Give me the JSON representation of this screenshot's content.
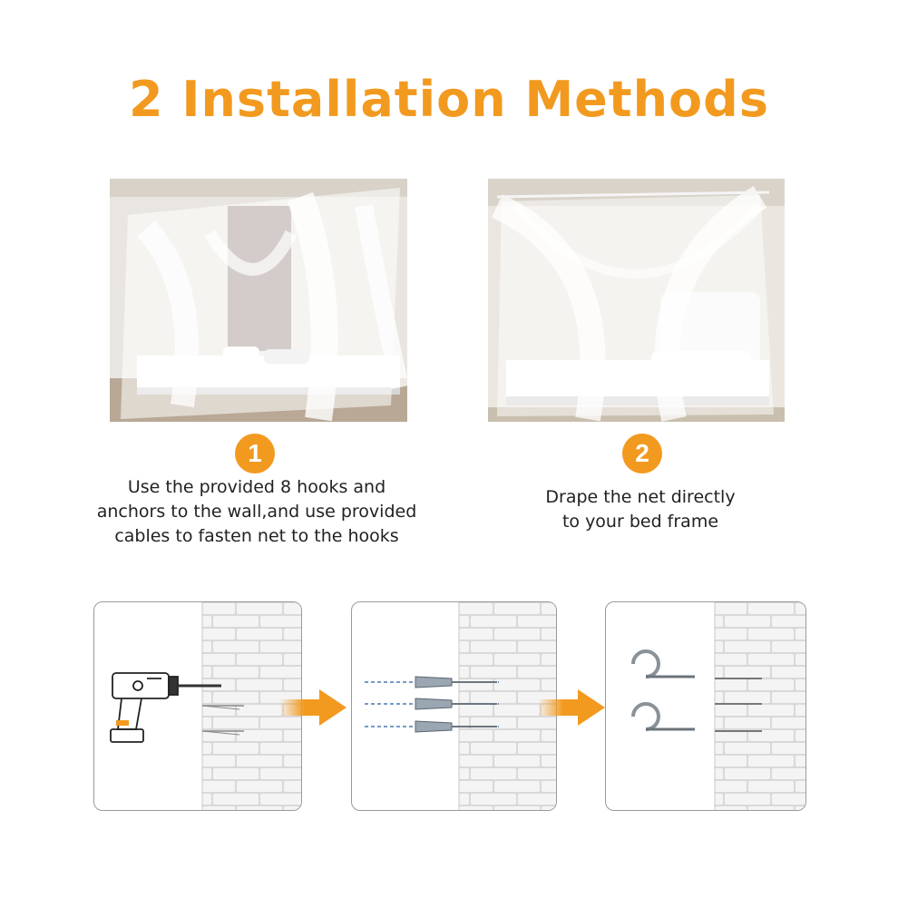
{
  "header": {
    "title": "2 Installation Methods"
  },
  "methods": [
    {
      "number": "1",
      "description_lines": [
        "Use the provided 8 hooks and",
        "anchors to the wall,and use provided",
        "cables to fasten net to the hooks"
      ],
      "photo": "four-poster-bed-with-white-mosquito-net-hung-from-ceiling"
    },
    {
      "number": "2",
      "description_lines": [
        "Drape the net directly",
        "to your bed frame"
      ],
      "photo": "bed-frame-draped-with-white-mosquito-net"
    }
  ],
  "install_steps": [
    {
      "icon": "drill-icon"
    },
    {
      "icon": "wall-anchor-icon"
    },
    {
      "icon": "screw-hook-icon"
    }
  ],
  "colors": {
    "accent": "#f29a1f",
    "text": "#222222",
    "panel_border": "#9a9a9a",
    "brick": "#f4f4f4",
    "mortar": "#d9d9d9"
  }
}
